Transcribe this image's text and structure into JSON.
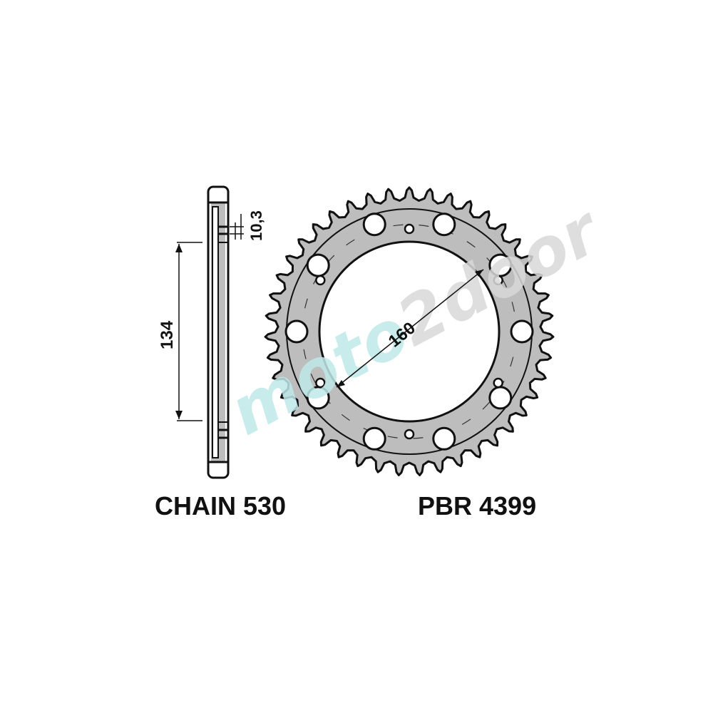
{
  "diagram": {
    "chain_label": "CHAIN 530",
    "part_label": "PBR 4399",
    "dimensions": {
      "center_bore_diameter": "160",
      "bolt_spacing": "134",
      "thickness": "10,3"
    },
    "watermark": {
      "text_part1": "moto",
      "text_part2": "2door",
      "color_part1": "#bfe8e8",
      "color_part2": "#d9d9d9"
    },
    "sprocket": {
      "teeth": 43,
      "large_holes": 10,
      "small_holes": 6,
      "fill_color": "#bdbdbd",
      "line_color": "#111111"
    }
  }
}
